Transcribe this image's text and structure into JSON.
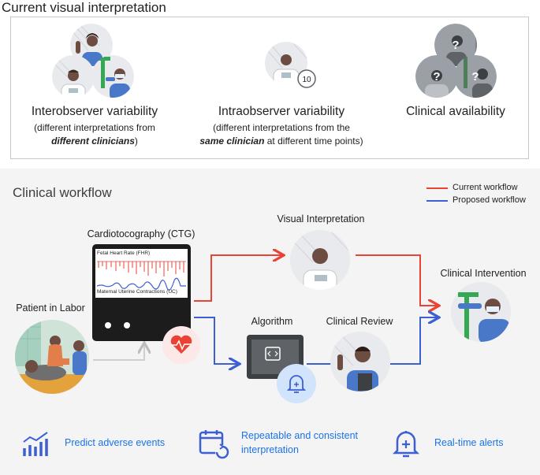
{
  "top": {
    "title": "Current visual interpretation",
    "interobserver": {
      "title": "Interobserver variability",
      "desc_line1": "(different interpretations from",
      "desc_bold": "different clinicians",
      "desc_end": ")"
    },
    "intraobserver": {
      "title": "Intraobserver variability",
      "desc_line1": "(different interpretations from the",
      "desc_bold": "same clinician",
      "desc_end": " at different time points)",
      "badge": "10"
    },
    "availability": {
      "title": "Clinical availability",
      "unknown_mark": "?"
    }
  },
  "workflow": {
    "title": "Clinical workflow",
    "legend": [
      {
        "label": "Current workflow",
        "color": "#ea4335"
      },
      {
        "label": "Proposed workflow",
        "color": "#3c5fd4"
      }
    ],
    "nodes": {
      "patient": "Patient in Labor",
      "ctg": "Cardiotocography (CTG)",
      "visual": "Visual Interpretation",
      "algorithm": "Algorithm",
      "review": "Clinical Review",
      "intervention": "Clinical Intervention"
    },
    "ctg_screen": {
      "fhr_label": "Fetal Heart Rate (FHR)",
      "uc_label": "Maternal Uterine Contractions (UC)"
    }
  },
  "features": [
    {
      "icon": "bar-chart-trend-icon",
      "line1": "Predict adverse events",
      "line2": ""
    },
    {
      "icon": "calendar-refresh-icon",
      "line1": "Repeatable and consistent",
      "line2": "interpretation"
    },
    {
      "icon": "bell-alert-icon",
      "line1": "Real-time alerts",
      "line2": ""
    }
  ],
  "colors": {
    "current": "#ea4335",
    "proposed": "#3c5fd4",
    "feature_text": "#1a73e8",
    "skin": "#6d4c41",
    "scrubs": "#4a78c9",
    "coat": "#ffffff"
  }
}
